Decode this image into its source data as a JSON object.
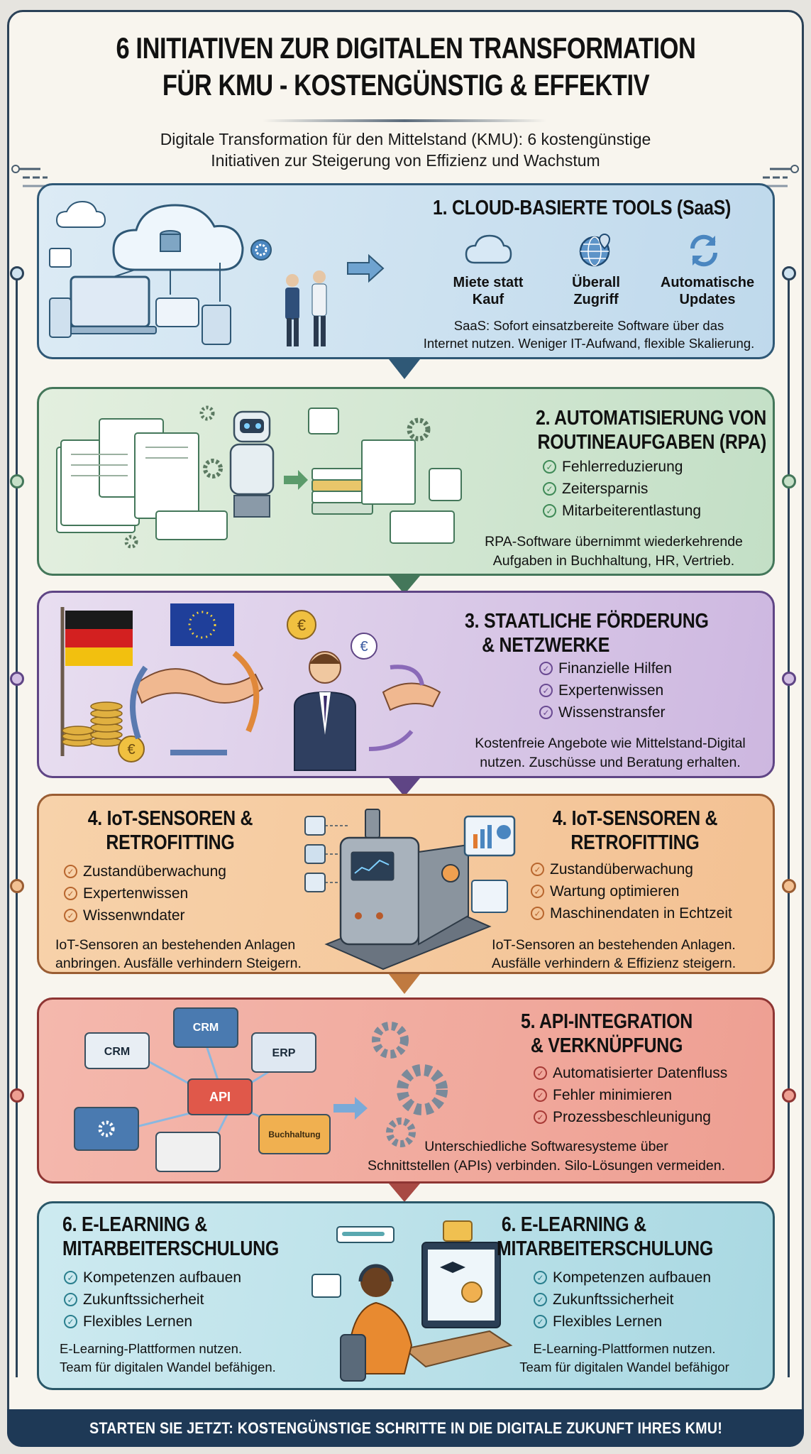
{
  "header": {
    "title_lines": [
      "6 INITIATIVEN ZUR DIGITALEN TRANSFORMATION",
      "FÜR KMU - KOSTENGÜNSTIG & EFFEKTIV"
    ],
    "subtitle_lines": [
      "Digitale Transformation für den Mittelstand (KMU): 6 kostengünstige",
      "Initiativen zur Steigerung von Effizienz und Wachstum"
    ]
  },
  "sections": [
    {
      "title_lines": [
        "1. CLOUD-BASIERTE TOOLS (SaaS)"
      ],
      "features": [
        {
          "icon": "cloud-icon",
          "lines": [
            "Miete statt",
            "Kauf"
          ]
        },
        {
          "icon": "globe-pin-icon",
          "lines": [
            "Überall",
            "Zugriff"
          ]
        },
        {
          "icon": "refresh-icon",
          "lines": [
            "Automatische",
            "Updates"
          ]
        }
      ],
      "description_lines": [
        "SaaS: Sofort einsatzbereite Software über das",
        "Internet nutzen. Weniger IT-Aufwand, flexible Skalierung."
      ],
      "color": "#2f5876"
    },
    {
      "title_lines": [
        "2. AUTOMATISIERUNG VON",
        "ROUTINEAUFGABEN (RPA)"
      ],
      "checks": [
        "Fehlerreduzierung",
        "Zeitersparnis",
        "Mitarbeiterentlastung"
      ],
      "description_lines": [
        "RPA-Software übernimmt wiederkehrende",
        "Aufgaben in Buchhaltung, HR, Vertrieb."
      ],
      "color": "#3f8a57"
    },
    {
      "title_lines": [
        "3. STAATLICHE FÖRDERUNG",
        "& NETZWERKE"
      ],
      "checks": [
        "Finanzielle Hilfen",
        "Expertenwissen",
        "Wissenstransfer"
      ],
      "description_lines": [
        "Kostenfreie Angebote wie Mittelstand-Digital",
        "nutzen. Zuschüsse und Beratung erhalten."
      ],
      "color": "#6a4a92"
    },
    {
      "left": {
        "title_lines": [
          "4. IoT-SENSOREN &",
          "RETROFITTING"
        ],
        "checks": [
          "Zustandüberwachung",
          "Expertenwissen",
          "Wissenwndater"
        ],
        "description_lines": [
          "IoT-Sensoren an bestehenden Anlagen",
          "anbringen. Ausfälle verhindern Steigern."
        ]
      },
      "right": {
        "title_lines": [
          "4. IoT-SENSOREN &",
          "RETROFITTING"
        ],
        "checks": [
          "Zustandüberwachung",
          "Wartung optimieren",
          "Maschinendaten in Echtzeit"
        ],
        "description_lines": [
          "IoT-Sensoren an bestehenden Anlagen.",
          "Ausfälle verhindern & Effizienz steigern."
        ]
      },
      "color": "#b8662e"
    },
    {
      "title_lines": [
        "5. API-INTEGRATION",
        "& VERKNÜPFUNG"
      ],
      "checks": [
        "Automatisierter Datenfluss",
        "Fehler minimieren",
        "Prozessbeschleunigung"
      ],
      "description_lines": [
        "Unterschiedliche Softwaresysteme über",
        "Schnittstellen (APIs) verbinden. Silo-Lösungen vermeiden."
      ],
      "diagram_labels": {
        "crm_top": "CRM",
        "crm_left": "CRM",
        "erp": "ERP",
        "api": "API",
        "accounting": "Buchhaltung"
      },
      "color": "#a83a36"
    },
    {
      "left": {
        "title_lines": [
          "6. E-LEARNING &",
          "MITARBEITERSCHULUNG"
        ],
        "checks": [
          "Kompetenzen aufbauen",
          "Zukunftssicherheit",
          "Flexibles Lernen"
        ],
        "description_lines": [
          "E-Learning-Plattformen nutzen.",
          "Team für digitalen Wandel befähigen."
        ]
      },
      "right": {
        "title_lines": [
          "6. E-LEARNING &",
          "MITARBEITERSCHULUNG"
        ],
        "checks": [
          "Kompetenzen aufbauen",
          "Zukunftssicherheit",
          "Flexibles Lernen"
        ],
        "description_lines": [
          "E-Learning-Plattformen nutzen.",
          "Team für digitalen Wandel befähigor"
        ]
      },
      "color": "#2a7f8e"
    }
  ],
  "footer": {
    "cta": "STARTEN SIE JETZT: KOSTENGÜNSTIGE SCHRITTE IN DIE DIGITALE ZUKUNFT IHRES KMU!"
  },
  "colors": {
    "frame": "#2b4258",
    "background": "#f8f5ee",
    "footer": "#1e3956"
  }
}
